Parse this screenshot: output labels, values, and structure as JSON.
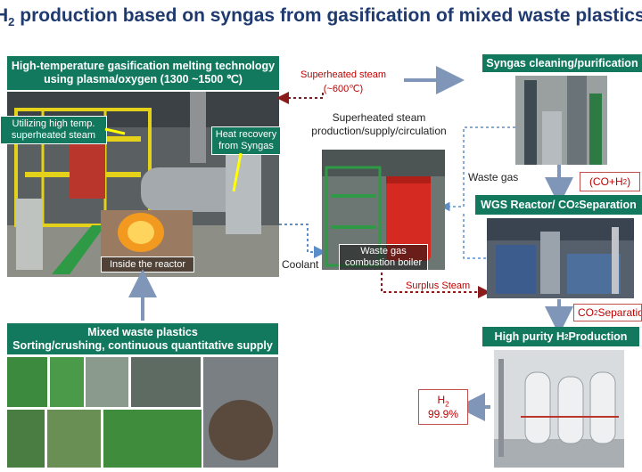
{
  "title": {
    "text_pre": "H",
    "sub": "2",
    "text_post": " production based on syngas from gasification of mixed waste plastics"
  },
  "gasification": {
    "line1": "High-temperature gasification melting technology",
    "line2": "using plasma/oxygen (1300 ~1500 ℃)"
  },
  "callouts": {
    "steam_use_1": "Utilizing high temp.",
    "steam_use_2": "superheated steam",
    "heat_rec_1": "Heat recovery",
    "heat_rec_2": "from Syngas",
    "reactor": "Inside the reactor"
  },
  "superheated": {
    "label1": "Superheated steam",
    "label2": "(~600℃)"
  },
  "production": {
    "line1": "Superheated steam",
    "line2": "production/supply/circulation"
  },
  "boiler": {
    "line1": "Waste gas",
    "line2": "combustion boiler"
  },
  "coolant": "Coolant",
  "surplus": "Surplus Steam",
  "cleaning": "Syngas cleaning/purification",
  "waste_gas": "Waste gas",
  "co_h2": {
    "pre": "(CO+H",
    "sub": "2",
    "post": ")"
  },
  "wgs": {
    "pre": "WGS Reactor/ CO",
    "sub": "2",
    "post": " Separation"
  },
  "co2_sep": {
    "pre": "CO",
    "sub": "2",
    "post": " Separation"
  },
  "high_purity": {
    "pre": "High purity H",
    "sub": "2",
    "post": " Production"
  },
  "h2_box": {
    "pre": "H",
    "sub": "2",
    "value": "99.9%"
  },
  "mixed": {
    "line1": "Mixed waste plastics",
    "line2": "Sorting/crushing, continuous quantitative supply"
  },
  "colors": {
    "header_green": "#12795f",
    "arrow_blue": "#7f96b8",
    "dashed_red": "#8b1a1a",
    "dashed_blue": "#5b8ec9",
    "title_blue": "#1f3a6e"
  }
}
